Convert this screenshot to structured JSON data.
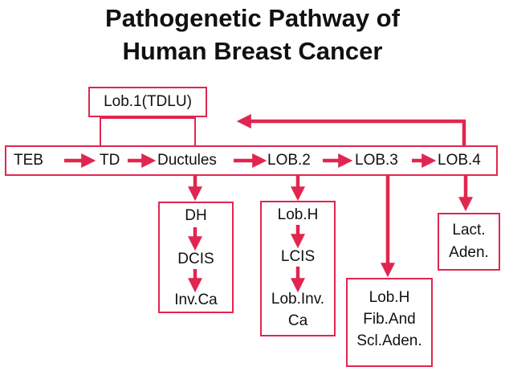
{
  "title_line1": "Pathogenetic Pathway of",
  "title_line2": "Human Breast Cancer",
  "accent_color": "#e0264f",
  "top_box": "Lob.1(TDLU)",
  "main_row": [
    "TEB",
    "TD",
    "Ductules",
    "LOB.2",
    "LOB.3",
    "LOB.4"
  ],
  "ductules_branch": [
    "DH",
    "DCIS",
    "Inv.Ca"
  ],
  "lob2_branch": [
    "Lob.H",
    "LCIS",
    "Lob.Inv.",
    "Ca"
  ],
  "lob3_branch": [
    "Lob.H",
    "Fib.And",
    "Scl.Aden."
  ],
  "lob4_branch": [
    "Lact.",
    "Aden."
  ]
}
